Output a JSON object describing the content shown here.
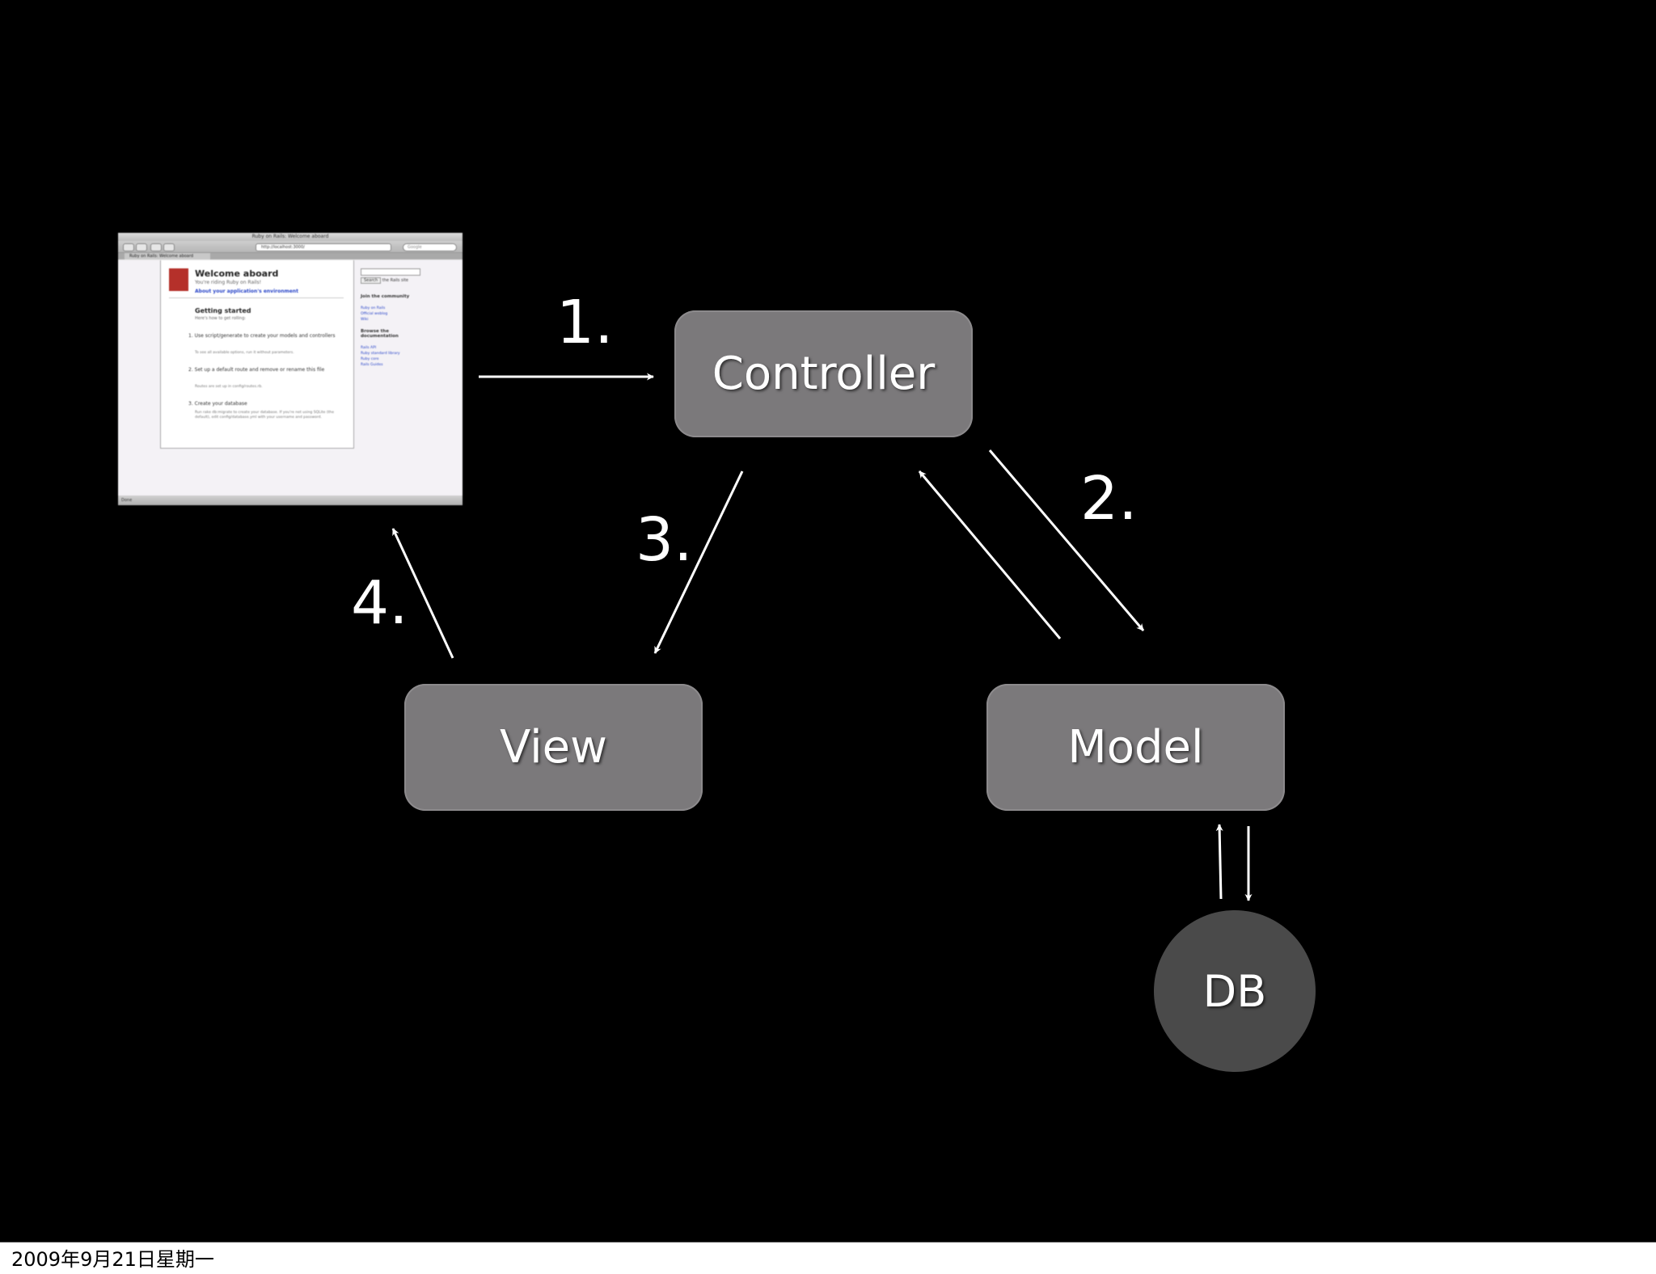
{
  "nodes": {
    "controller": "Controller",
    "view": "View",
    "model": "Model",
    "db": "DB"
  },
  "steps": [
    "1.",
    "2.",
    "3.",
    "4."
  ],
  "footer": {
    "date": "2009年9月21日星期一"
  },
  "browser": {
    "window_title": "Ruby on Rails: Welcome aboard",
    "url": "http://localhost:3000/",
    "search_placeholder": "Google",
    "tab_label": "Ruby on Rails: Welcome aboard",
    "heading": "Welcome aboard",
    "subheading": "You're riding Ruby on Rails!",
    "link": "About your application's environment",
    "getting_started": "Getting started",
    "getting_started_sub": "Here's how to get rolling:",
    "items": [
      {
        "text": "1.  Use script/generate to create your models and controllers",
        "note": "To see all available options, run it without parameters."
      },
      {
        "text": "2.  Set up a default route and remove or rename this file",
        "note": "Routes are set up in config/routes.rb."
      },
      {
        "text": "3.  Create your database",
        "note": "Run rake db:migrate to create your database. If you're not using SQLite (the default), edit config/database.yml with your username and password."
      }
    ],
    "sidebar": {
      "search_button": "Search",
      "search_label": "the Rails site",
      "community_heading": "Join the community",
      "community_links": [
        "Ruby on Rails",
        "Official weblog",
        "Wiki"
      ],
      "docs_heading": "Browse the documentation",
      "docs_links": [
        "Rails API",
        "Ruby standard library",
        "Ruby core",
        "Rails Guides"
      ]
    },
    "status": "Done"
  },
  "colors": {
    "background": "#000000",
    "box": "#7b797b",
    "db": "#4a4a4a",
    "text": "#ffffff",
    "arrow": "#ffffff"
  }
}
